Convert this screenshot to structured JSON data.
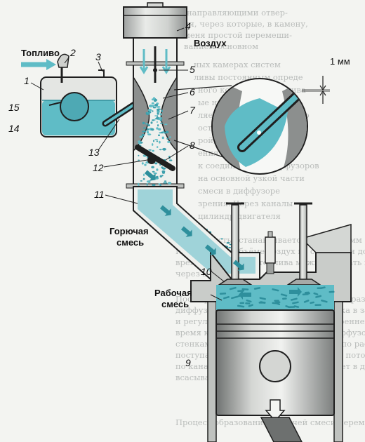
{
  "diagram": {
    "labels": {
      "fuel": "Топливо",
      "air": "Воздух",
      "mm": "1 мм",
      "combustible_mix": "Горючая\nсмесь",
      "working_mix": "Рабочая\nсмесь"
    },
    "part_numbers": [
      "1",
      "2",
      "3",
      "4",
      "5",
      "6",
      "7",
      "8",
      "9",
      "10",
      "11",
      "12",
      "13",
      "14",
      "15"
    ],
    "background_text_lines": [
      "направляющими отвер-",
      "ия, через которые, в камену,",
      "меня простой перемеши-",
      "ванием основном",
      "ных камерах систем",
      "ливы постоянным опреде",
      "ного количества топлива",
      "ые на этом",
      "ляется по сопротивлению",
      "ость в уменьшается на",
      "рой, потока воздухом",
      "ения через смесителя",
      "к соединяющих диффузоров",
      "на основной узкой части",
      "смеси в диффузоре",
      "зрения. Через каналы",
      "цилиндр-двигателя",
      "ность устанавливается на 1,5...2 мм",
      "При горячем объёме воздух из смесителя должен",
      "время распыления топлива можно выбрать в регул",
      "через колесо, и",
      "После распыления части смеси тепло образует",
      "диффузоре над обеспечиваются заметка в заменение",
      "и регулированием смеси. Между внутренней частью",
      "время как при смесь разрежений в диффузоре ниже",
      "стенками воздухе, что меньше частей по распылению",
      "поступает топливо через, подвижная с потоком, и",
      "по каналу к испарению смеси поступает в диапаз",
      "всасывающий процесс клапан 10",
      "Процесс образования горючей смеси перемещения"
    ],
    "colors": {
      "fluid": "#5fbcc6",
      "fluid_dark": "#2e8f9c",
      "metal": "#d9dbd8",
      "metal_dark": "#8b8e8c",
      "outline": "#1f1f1f"
    }
  }
}
